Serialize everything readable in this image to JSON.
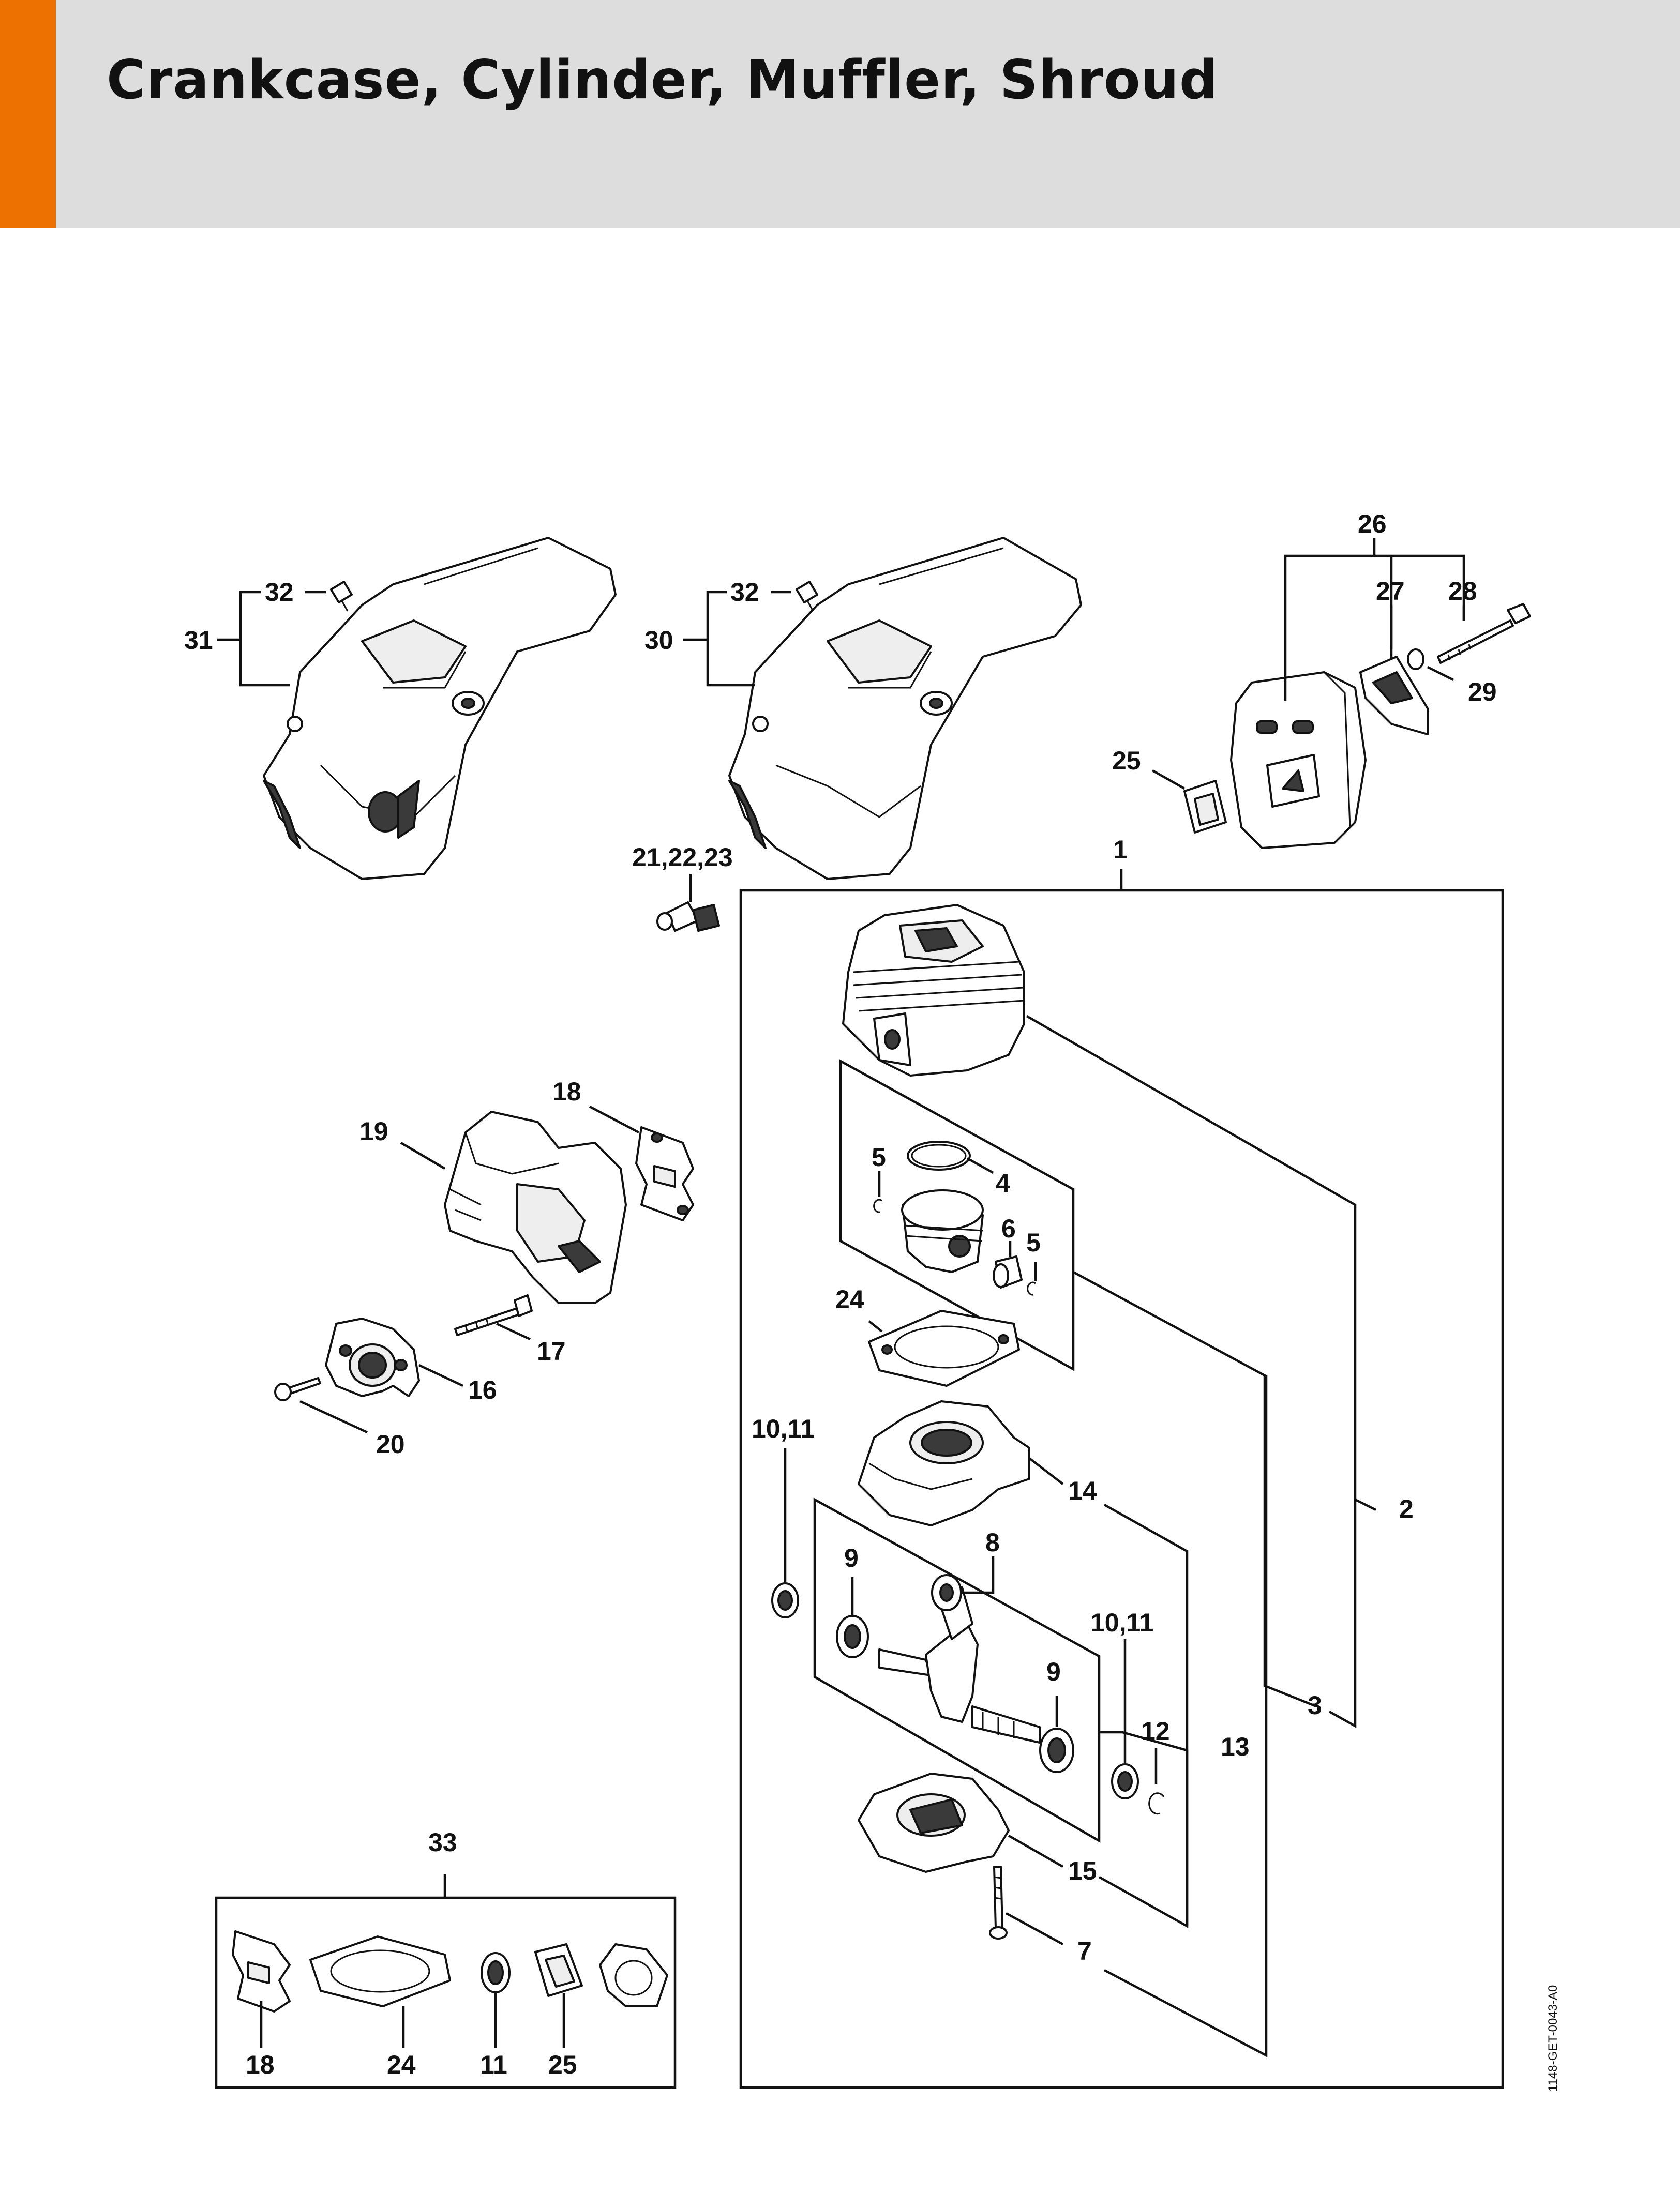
{
  "header": {
    "title": "Crankcase, Cylinder, Muffler, Shroud",
    "accent_color": "#ec7100",
    "background_color": "#dcdddc"
  },
  "diagram": {
    "drawing_code": "1148-GET-0043-A0",
    "callouts": {
      "c1": "1",
      "c2": "2",
      "c3": "3",
      "c4": "4",
      "c5a": "5",
      "c5b": "5",
      "c6": "6",
      "c7": "7",
      "c8": "8",
      "c9a": "9",
      "c9b": "9",
      "c10_11a": "10,11",
      "c10_11b": "10,11",
      "c12": "12",
      "c13": "13",
      "c14": "14",
      "c15": "15",
      "c16": "16",
      "c17": "17",
      "c18": "18",
      "c19": "19",
      "c20": "20",
      "c21_22_23": "21,22,23",
      "c24": "24",
      "c25": "25",
      "c26": "26",
      "c27": "27",
      "c28": "28",
      "c29": "29",
      "c30": "30",
      "c31": "31",
      "c32a": "32",
      "c32b": "32",
      "c33": "33",
      "k18": "18",
      "k24": "24",
      "k11": "11",
      "k25": "25"
    }
  }
}
